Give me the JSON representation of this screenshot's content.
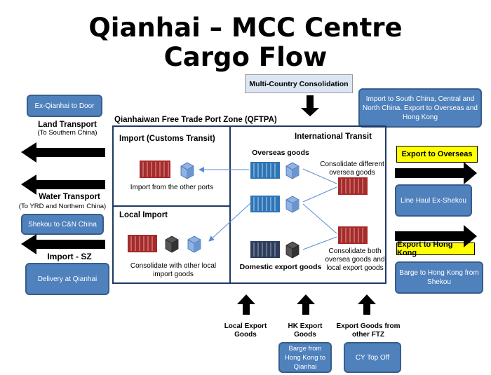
{
  "title": {
    "line1": "Qianhai – MCC Centre",
    "line2": "Cargo Flow"
  },
  "multi_country": "Multi-Country Consolidation",
  "zone_title": "Qianhaiwan Free Trade Port Zone (QFTPA)",
  "import_customs": "Import (Customs Transit)",
  "local_import": "Local Import",
  "intl_transit": "International Transit",
  "overseas_goods": "Overseas goods",
  "domestic_export": "Domestic export goods",
  "import_other_ports": "Import from the other ports",
  "consolidate_local": "Consolidate with other local import goods",
  "consolidate_diff": "Consolidate different oversea goods",
  "consolidate_both": "Consolidate both oversea goods and local export goods",
  "left": {
    "box1": "Ex-Qianhai to Door",
    "land_title": "Land Transport",
    "land_sub": "(To Southern China)",
    "water_title": "Water Transport",
    "water_sub": "(To YRD and Northern China)",
    "box2": "Shekou to C&N China",
    "import_sz": "Import - SZ",
    "box3": "Delivery at Qianhai"
  },
  "right": {
    "box_top": "Import to South China, Central and North China.  Export to Overseas and Hong Kong",
    "export_overseas": "Export to Overseas",
    "line_haul": "Line Haul Ex-Shekou",
    "export_hk": "Export to Hong Kong",
    "barge_hk": "Barge to Hong Kong from Shekou"
  },
  "bottom": {
    "local_export": "Local Export Goods",
    "hk_export": "HK Export Goods",
    "other_ftz": "Export Goods from other FTZ",
    "barge_qianhai": "Barge from Hong Kong to Qianhai",
    "cy_topoff": "CY Top Off"
  },
  "colors": {
    "blue_box": "#4f81bd",
    "yellow": "#ffff00",
    "zone_border": "#1f3864",
    "container_red": "#a62b2b",
    "container_blue": "#2e75b6",
    "container_navy": "#2f3d5c",
    "package_blue": "#8fb4e3"
  }
}
